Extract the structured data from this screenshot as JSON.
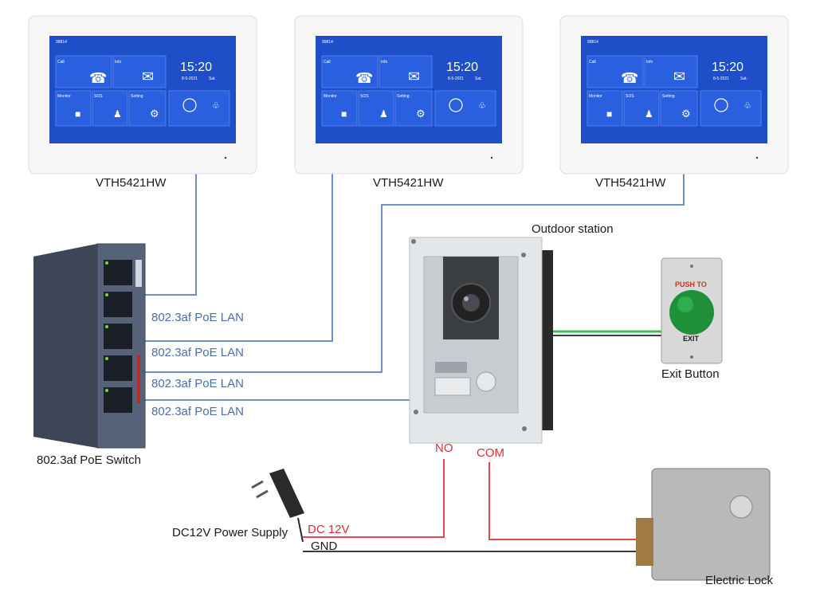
{
  "monitors": [
    {
      "model": "VTH5421HW",
      "screen": {
        "status": "99814",
        "tiles": {
          "call": "Call",
          "info": "Info",
          "monitor": "Monitor",
          "sos": "SOS",
          "setting": "Setting"
        },
        "time": "15:20",
        "date": "8-5-2021",
        "day": "Sat."
      }
    },
    {
      "model": "VTH5421HW",
      "screen": {
        "status": "99814",
        "tiles": {
          "call": "Call",
          "info": "Info",
          "monitor": "Monitor",
          "sos": "SOS",
          "setting": "Setting"
        },
        "time": "15:20",
        "date": "8-5-2021",
        "day": "Sat."
      }
    },
    {
      "model": "VTH5421HW",
      "screen": {
        "status": "99814",
        "tiles": {
          "call": "Call",
          "info": "Info",
          "monitor": "Monitor",
          "sos": "SOS",
          "setting": "Setting"
        },
        "time": "15:20",
        "date": "8-5-2021",
        "day": "Sat."
      }
    }
  ],
  "switch": {
    "label": "802.3af PoE Switch"
  },
  "links": [
    "802.3af PoE LAN",
    "802.3af PoE LAN",
    "802.3af PoE LAN",
    "802.3af PoE LAN"
  ],
  "outdoor": {
    "label": "Outdoor station",
    "no": "NO",
    "com": "COM"
  },
  "exit_button": {
    "top_text": "PUSH TO",
    "bottom_text": "EXIT",
    "label": "Exit Button"
  },
  "power": {
    "label": "DC12V Power Supply",
    "dc": "DC 12V",
    "gnd": "GND"
  },
  "lock": {
    "label": "Electric Lock"
  },
  "colors": {
    "poe_wire": "#6f8fc0",
    "power_wire": "#e24a4a",
    "gnd_wire": "#3a3a3a",
    "signal_wire": "#3fbf5a",
    "screen": "#1f4fc8"
  }
}
